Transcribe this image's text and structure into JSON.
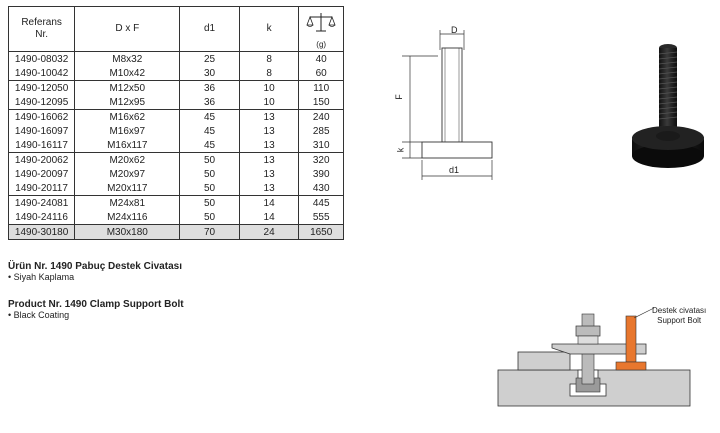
{
  "table": {
    "headers": {
      "ref_line1": "Referans",
      "ref_line2": "Nr.",
      "dxf": "D x F",
      "d1": "d1",
      "k": "k",
      "weight_unit": "(g)"
    },
    "rows": [
      {
        "ref": "1490-08032",
        "dxf": "M8x32",
        "d1": "25",
        "k": "8",
        "w": "40"
      },
      {
        "ref": "1490-10042",
        "dxf": "M10x42",
        "d1": "30",
        "k": "8",
        "w": "60"
      },
      {
        "ref": "1490-12050",
        "dxf": "M12x50",
        "d1": "36",
        "k": "10",
        "w": "110"
      },
      {
        "ref": "1490-12095",
        "dxf": "M12x95",
        "d1": "36",
        "k": "10",
        "w": "150"
      },
      {
        "ref": "1490-16062",
        "dxf": "M16x62",
        "d1": "45",
        "k": "13",
        "w": "240"
      },
      {
        "ref": "1490-16097",
        "dxf": "M16x97",
        "d1": "45",
        "k": "13",
        "w": "285"
      },
      {
        "ref": "1490-16117",
        "dxf": "M16x117",
        "d1": "45",
        "k": "13",
        "w": "310"
      },
      {
        "ref": "1490-20062",
        "dxf": "M20x62",
        "d1": "50",
        "k": "13",
        "w": "320"
      },
      {
        "ref": "1490-20097",
        "dxf": "M20x97",
        "d1": "50",
        "k": "13",
        "w": "390"
      },
      {
        "ref": "1490-20117",
        "dxf": "M20x117",
        "d1": "50",
        "k": "13",
        "w": "430"
      },
      {
        "ref": "1490-24081",
        "dxf": "M24x81",
        "d1": "50",
        "k": "14",
        "w": "445"
      },
      {
        "ref": "1490-24116",
        "dxf": "M24x116",
        "d1": "50",
        "k": "14",
        "w": "555"
      },
      {
        "ref": "1490-30180",
        "dxf": "M30x180",
        "d1": "70",
        "k": "24",
        "w": "1650"
      }
    ]
  },
  "description": {
    "tr_title": "Ürün Nr. 1490 Pabuç Destek Civatası",
    "tr_coating": "• Siyah Kaplama",
    "en_title": "Product Nr. 1490 Clamp Support Bolt",
    "en_coating": "• Black Coating"
  },
  "drawing": {
    "label_D": "D",
    "label_F": "F",
    "label_k": "k",
    "label_d1": "d1"
  },
  "callout": {
    "line1": "Destek civatası",
    "line2": "Support Bolt"
  },
  "colors": {
    "accent": "#e8772e",
    "bolt": "#1a1a1a",
    "highlight_row": "#dedede",
    "block_gray": "#cfcfcf"
  }
}
